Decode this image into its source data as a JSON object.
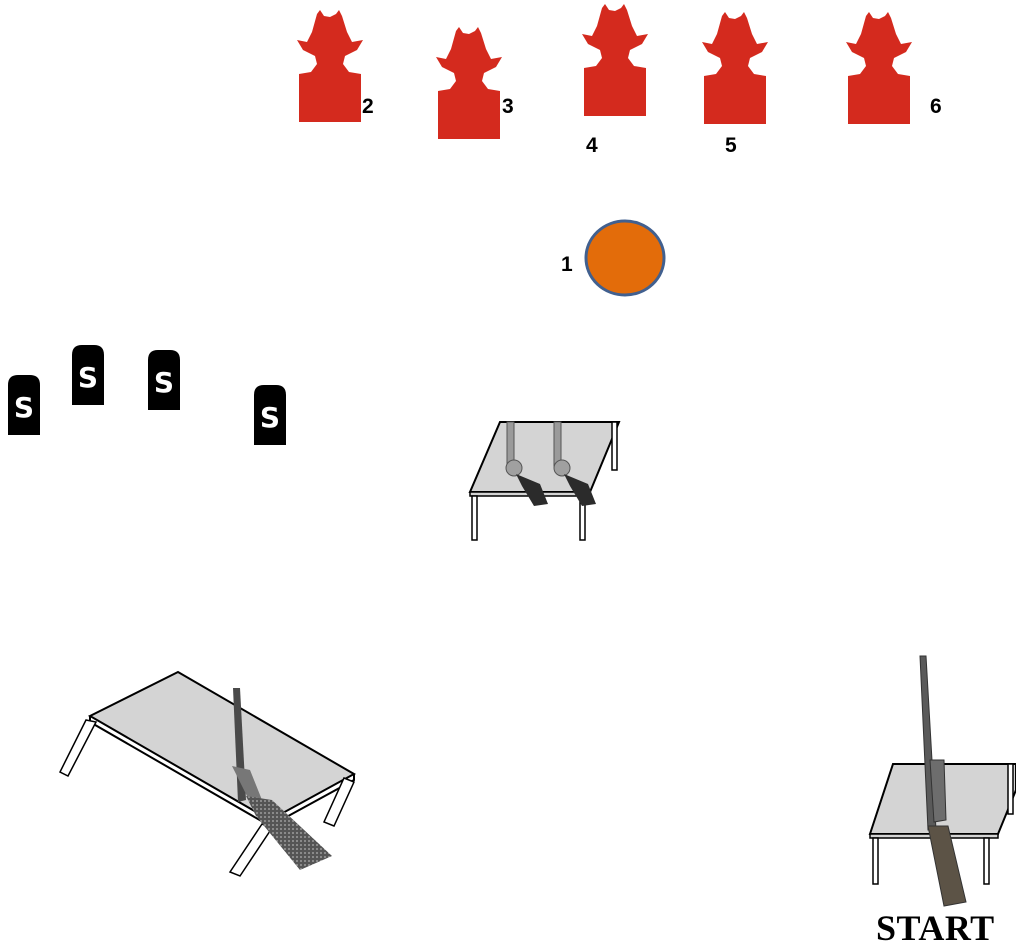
{
  "targets": {
    "steel_labels": [
      "2",
      "3",
      "4",
      "5",
      "6"
    ],
    "plate_label": "1",
    "shotgun_knockdown_letter": "S",
    "steel_color": "#d42a1e",
    "plate_fill": "#e36c0a",
    "plate_stroke": "#41608f"
  },
  "start_label": "START",
  "props": {
    "pistol_table": "table-with-two-revolvers",
    "shotgun_table": "table-with-shotgun",
    "start_table": "table-with-rifle"
  }
}
